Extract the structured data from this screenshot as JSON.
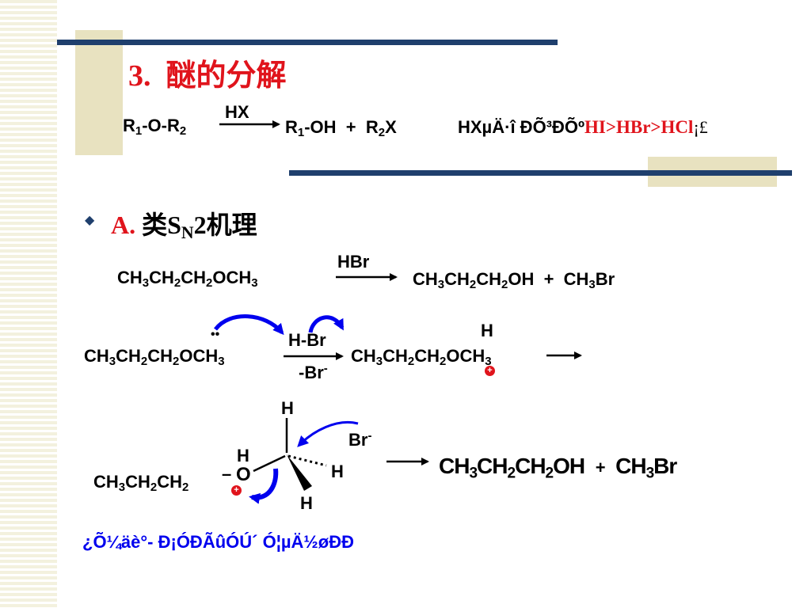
{
  "title": {
    "number": "3.",
    "text": "醚的分解"
  },
  "general_reaction": {
    "reactant": "R1-O-R2",
    "reagent": "HX",
    "products": "R1-OH  +  R2X",
    "note_garbled": "HXµÄ·î ÐÕ³ÐÕº",
    "reactivity_order": "HI>HBr>HCl",
    "note_end": "¡£"
  },
  "section_a": {
    "letter": "A.",
    "label": "类",
    "sn": "S",
    "sn_sub": "N",
    "sn_num": "2",
    "suffix": "机理"
  },
  "reaction1": {
    "reactant": "CH3CH2CH2OCH3",
    "reagent": "HBr",
    "product1": "CH3CH2CH2OH",
    "plus": "+",
    "product2": "CH3Br"
  },
  "step1": {
    "reactant": "CH3CH2CH2OCH3",
    "lone_pair": "••",
    "reagent_top": "H-Br",
    "reagent_bottom": "-Br",
    "reagent_bottom_charge": "-",
    "product": "CH3CH2CH2OCH3",
    "product_h": "H",
    "plus_charge": "+"
  },
  "step2": {
    "chain": "CH3CH2CH2",
    "bond": "–",
    "oxygen": "O",
    "oxygen_h": "H",
    "plus_charge": "+",
    "h_top": "H",
    "h_right": "H",
    "h_bottom": "H",
    "bromide": "Br",
    "bromide_charge": "-",
    "product1": "CH3CH2CH2OH",
    "plus": "+",
    "product2": "CH3Br"
  },
  "footer_garbled": "¿Õ¼äè°- Ð¡ÓÐÃûÓÚ´ Ó¦µÄ½øÐÐ",
  "colors": {
    "navy_bar": "#1f3f6d",
    "tan_block": "#e8e2c0",
    "title_red": "#e0141c",
    "arrow_blue": "#0000ee"
  }
}
